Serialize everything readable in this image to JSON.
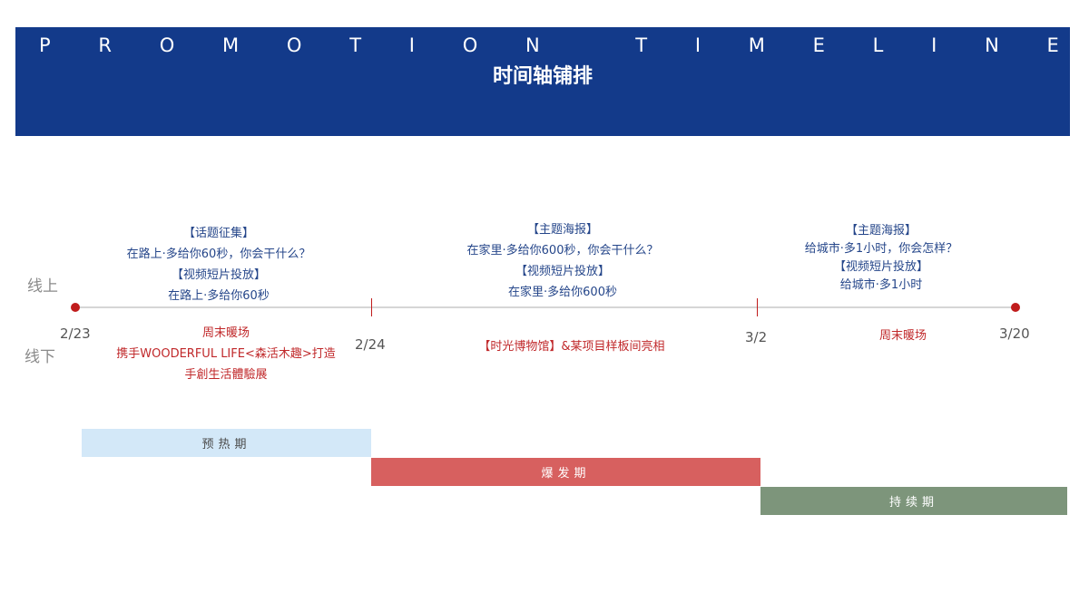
{
  "header": {
    "title_letters": [
      "P",
      "R",
      "O",
      "M",
      "O",
      "T",
      "I",
      "O",
      "N",
      " ",
      "T",
      "I",
      "M",
      "E",
      "L",
      "I",
      "N",
      "E"
    ],
    "subtitle": "时间轴铺排"
  },
  "rows": {
    "online_label": "线上",
    "offline_label": "线下"
  },
  "timeline": {
    "dates": [
      "2/23",
      "2/24",
      "3/2",
      "3/20"
    ]
  },
  "online": {
    "section1": [
      "【话题征集】",
      "在路上·多给你60秒，你会干什么？",
      "【视频短片投放】",
      "在路上·多给你60秒"
    ],
    "section2": [
      "【主题海报】",
      "在家里·多给你600秒，你会干什么？",
      "【视频短片投放】",
      "在家里·多给你600秒"
    ],
    "section3": [
      "【主题海报】",
      "给城市·多1小时，你会怎样？",
      "【视频短片投放】",
      "给城市·多1小时"
    ]
  },
  "offline": {
    "section1": [
      "周末暖场",
      "携手WOODERFUL LIFE<森活木趣>打造",
      "手創生活體驗展"
    ],
    "section2": [
      "【时光博物馆】&某项目样板间亮相"
    ],
    "section3": [
      "周末暖场"
    ]
  },
  "phases": [
    {
      "label": "预热期",
      "color": "#d3e8f8",
      "text_color": "#4a4a4a"
    },
    {
      "label": "爆发期",
      "color": "#d7605f",
      "text_color": "#ffffff"
    },
    {
      "label": "持续期",
      "color": "#7d957b",
      "text_color": "#ffffff"
    }
  ],
  "colors": {
    "banner": "#133a8a",
    "online_text": "#25468a",
    "offline_text": "#c0282a",
    "timeline_marker": "#c01c1c"
  }
}
